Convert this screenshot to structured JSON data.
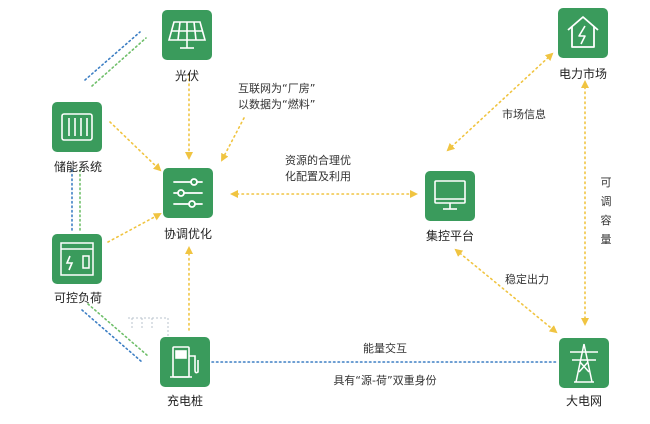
{
  "nodes": {
    "solar": {
      "label": "光伏",
      "icon": "solar-panel-icon"
    },
    "storage": {
      "label": "储能系统",
      "icon": "battery-icon"
    },
    "load": {
      "label": "可控负荷",
      "icon": "controllable-load-icon"
    },
    "charger": {
      "label": "充电桩",
      "icon": "charging-pile-icon"
    },
    "coordinate": {
      "label": "协调优化",
      "icon": "sliders-icon"
    },
    "platform": {
      "label": "集控平台",
      "icon": "monitor-icon"
    },
    "market": {
      "label": "电力市场",
      "icon": "house-lightning-icon"
    },
    "grid": {
      "label": "大电网",
      "icon": "power-tower-icon"
    }
  },
  "annotations": {
    "internet_line1": "互联网为“厂房”",
    "internet_line2": "以数据为“燃料”",
    "resource_line1": "资源的合理优",
    "resource_line2": "化配置及利用",
    "market_info": "市场信息",
    "stable_output": "稳定出力",
    "adjustable_1": "可",
    "adjustable_2": "调",
    "adjustable_3": "容",
    "adjustable_4": "量",
    "energy_exchange": "能量交互",
    "dual_identity": "具有“源-荷”双重身份"
  },
  "colors": {
    "node_fill": "#3a9b5c",
    "arrow_yellow": "#f0c441",
    "link_blue": "#3d7fc4",
    "link_green": "#6fbf6a"
  }
}
